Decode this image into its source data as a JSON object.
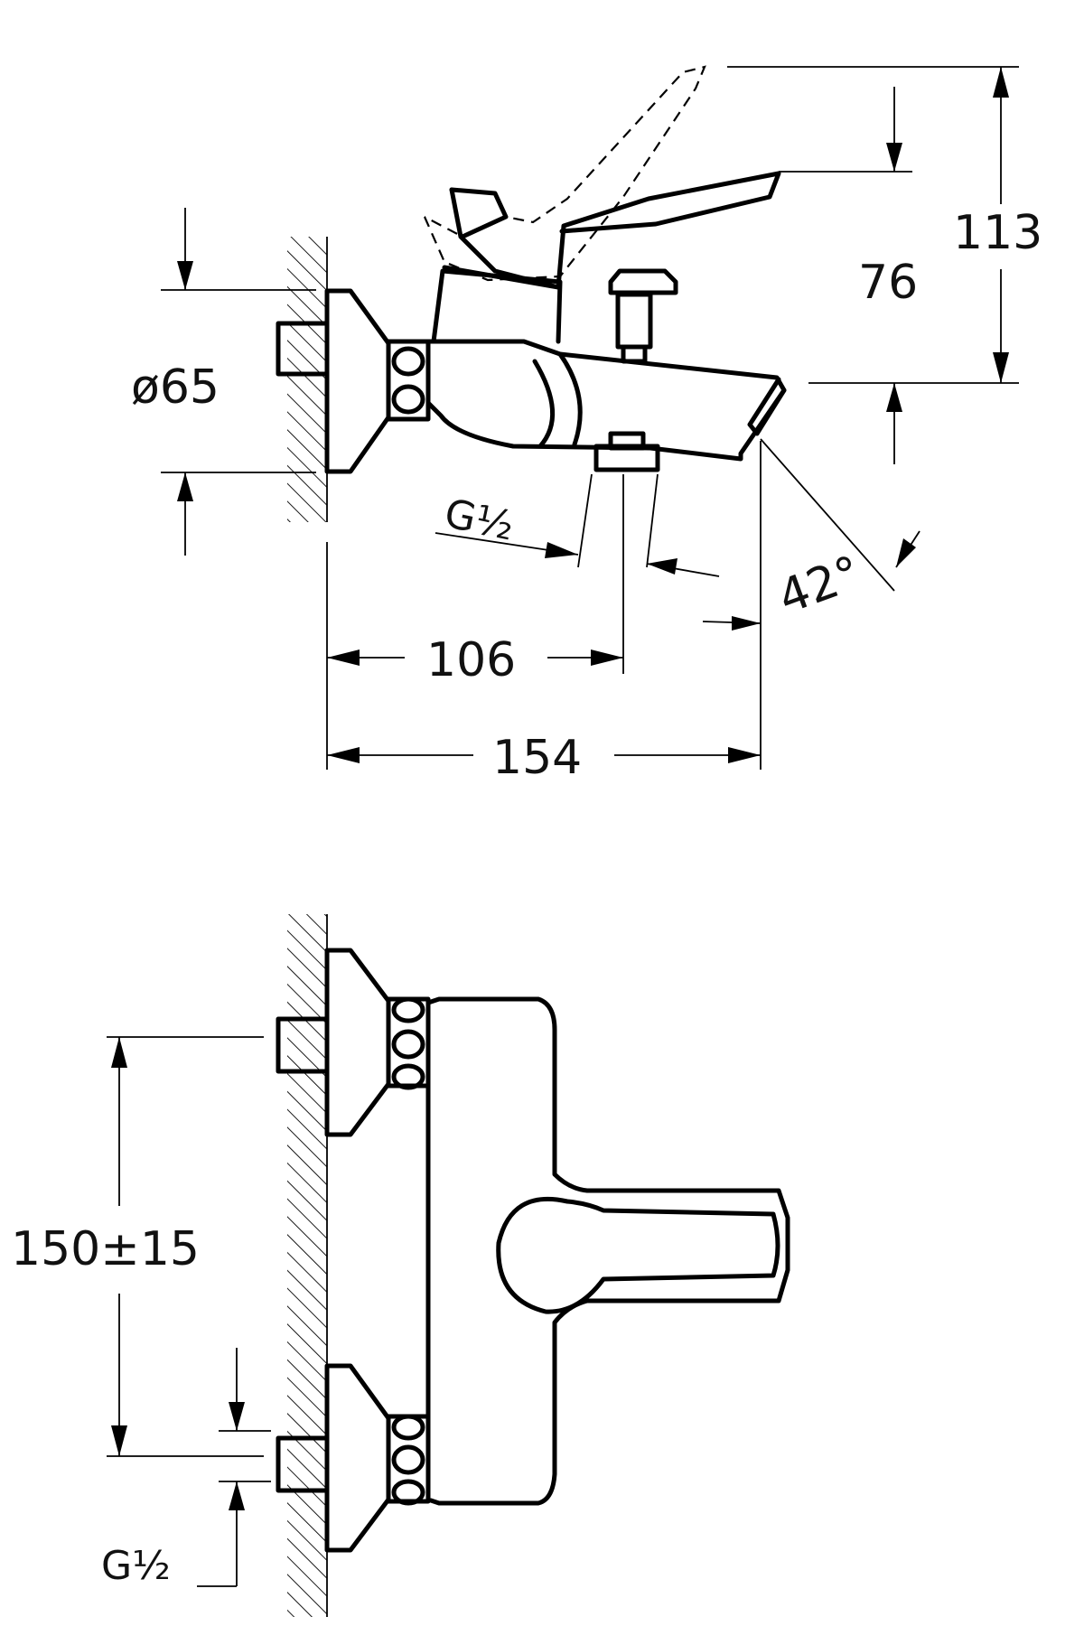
{
  "dimensions": {
    "height_total": "113",
    "height_spout": "76",
    "flange_diameter": "ø65",
    "thread_spout": "G½",
    "length_outlet": "106",
    "length_total": "154",
    "spout_angle": "42°",
    "wall_spacing": "150±15",
    "thread_inlet": "G½"
  }
}
